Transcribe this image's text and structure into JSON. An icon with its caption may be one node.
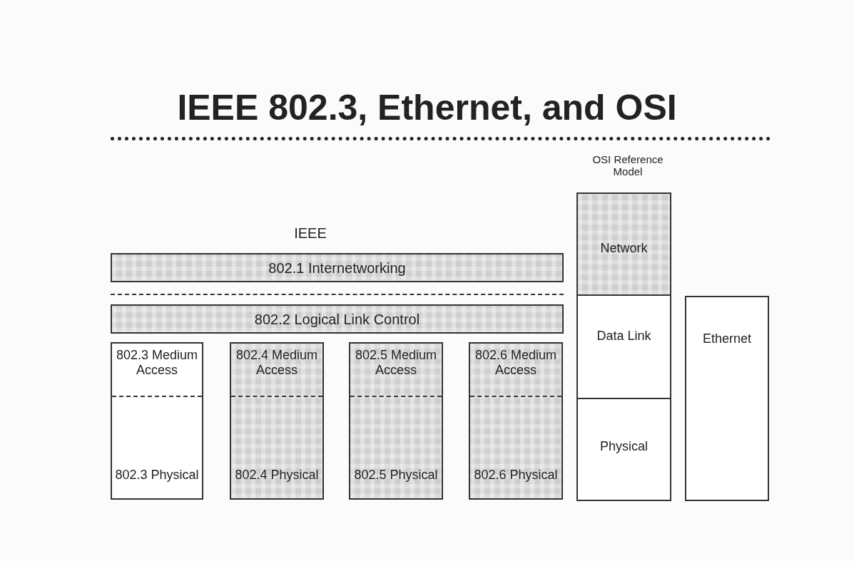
{
  "diagram": {
    "title": "IEEE 802.3, Ethernet, and OSI",
    "nodes": [
      {
        "text": [
          "802.1 Internetworking"
        ]
      },
      {
        "text": [
          "802.2 Logical Link Control"
        ]
      },
      {
        "text": [
          "802.3 Medium Access",
          "802.3 Physical"
        ]
      },
      {
        "text": [
          "802.4 Medium Access",
          "802.4 Physical"
        ]
      },
      {
        "text": [
          "802.5 Medium Access",
          "802.5 Physical"
        ]
      },
      {
        "text": [
          "802.6 Medium Access",
          "802.6 Physical"
        ]
      },
      {
        "text": [
          "Network"
        ]
      },
      {
        "text": [
          "Data Link"
        ]
      },
      {
        "text": [
          "Physical"
        ]
      },
      {
        "text": [
          "Ethernet"
        ]
      }
    ],
    "labels": [
      "OSI Reference Model",
      "IEEE"
    ]
  }
}
